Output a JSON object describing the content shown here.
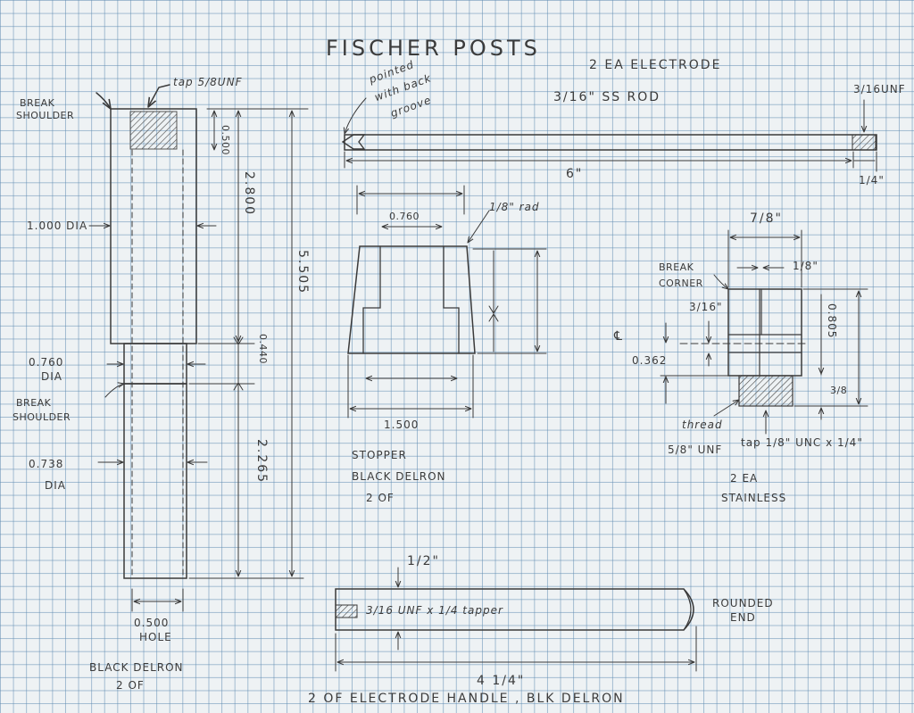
{
  "title": "FISCHER POSTS",
  "post": {
    "tap_note": "tap 5/8UNF",
    "break_shoulder_top": [
      "BREAK",
      "SHOULDER"
    ],
    "dim_0500": "0.500",
    "dim_2800": "2.800",
    "dim_5505": "5.505",
    "dim_0440": "0.440",
    "dim_2265": "2.265",
    "dia_1000": "1.000 DIA",
    "dia_0760": [
      "0.760",
      "DIA"
    ],
    "break_shoulder_mid": [
      "BREAK",
      "SHOULDER"
    ],
    "dia_0738": [
      "0.738",
      "DIA"
    ],
    "hole": [
      "0.500",
      "HOLE"
    ],
    "caption": [
      "BLACK DELRON",
      "2 OF"
    ]
  },
  "electrode": {
    "header": "2 EA ELECTRODE",
    "rod_label": "3/16\" SS ROD",
    "pointed_note": [
      "pointed",
      "with back",
      "groove"
    ],
    "thread_note": "3/16UNF",
    "length": "6\"",
    "thread_len": "1/4\""
  },
  "stopper": {
    "top_width": "0.760",
    "radius_note": "1/8\" rad",
    "bottom_width": "1.500",
    "caption": [
      "STOPPER",
      "BLACK DELRON",
      "2 OF"
    ]
  },
  "stainless": {
    "width": "7/8\"",
    "eighth": "1/8\"",
    "break_corner": [
      "BREAK",
      "CORNER"
    ],
    "three_sixteenth": "3/16\"",
    "cl": "℄",
    "dim_0362": "0.362",
    "height": "0.805",
    "three_eighth": "3/8",
    "thread": [
      "thread",
      "5/8\" UNF"
    ],
    "tap": "tap 1/8\" UNC x 1/4\"",
    "caption": [
      "2 EA",
      "STAINLESS"
    ]
  },
  "handle": {
    "half": "1/2\"",
    "tap_note": "3/16 UNF x 1/4 tapper",
    "rounded_end": [
      "ROUNDED",
      "END"
    ],
    "length": "4 1/4\"",
    "caption": "2 OF  ELECTRODE HANDLE , BLK DELRON"
  }
}
